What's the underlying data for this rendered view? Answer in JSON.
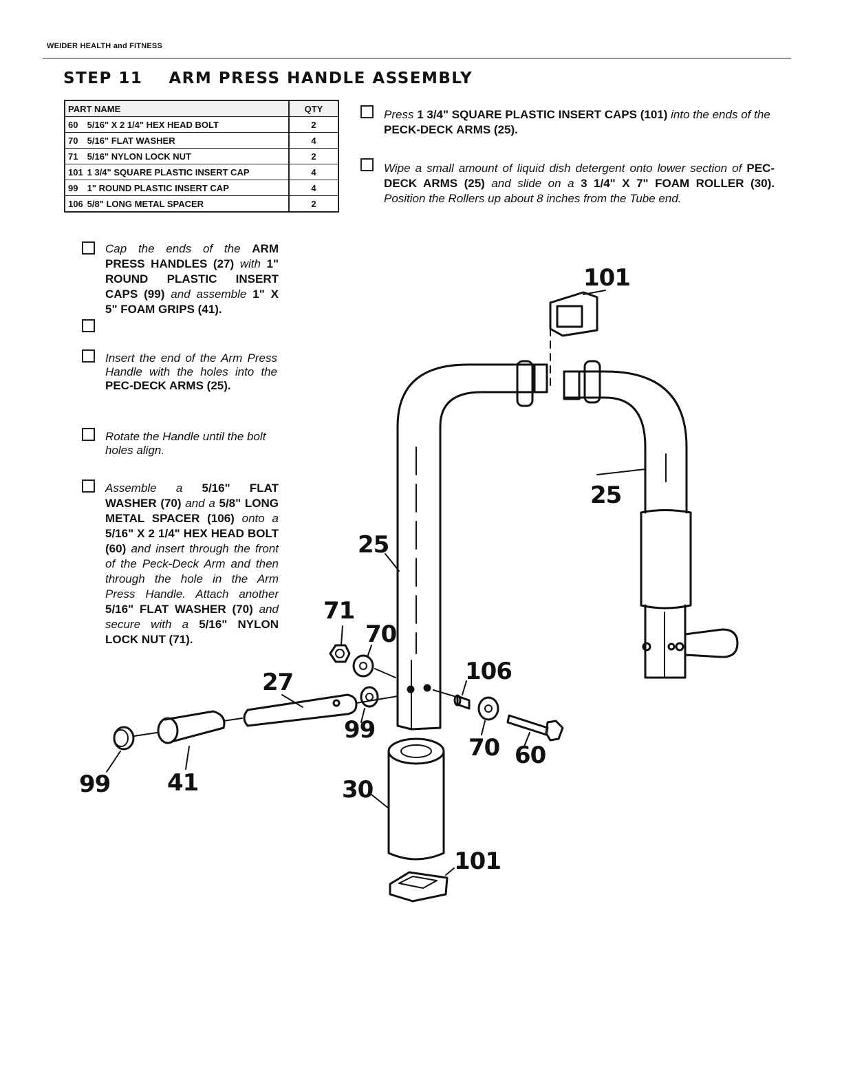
{
  "header": {
    "brand": "WEIDER HEALTH and FITNESS"
  },
  "step": {
    "number_label": "STEP 11",
    "title": "ARM PRESS HANDLE ASSEMBLY"
  },
  "parts_table": {
    "col_name": "PART NAME",
    "col_qty": "QTY",
    "rows": [
      {
        "num": "60",
        "name": "5/16\" X 2 1/4\" HEX HEAD BOLT",
        "qty": "2"
      },
      {
        "num": "70",
        "name": "5/16\" FLAT WASHER",
        "qty": "4"
      },
      {
        "num": "71",
        "name": "5/16\" NYLON LOCK NUT",
        "qty": "2"
      },
      {
        "num": "101",
        "name": "1 3/4\" SQUARE PLASTIC INSERT CAP",
        "qty": "4"
      },
      {
        "num": "99",
        "name": "1\" ROUND PLASTIC INSERT CAP",
        "qty": "4"
      },
      {
        "num": "106",
        "name": "5/8\"  LONG METAL SPACER",
        "qty": "2"
      }
    ]
  },
  "instructions": {
    "right_1": {
      "a": "Press ",
      "b": "1 3/4\" SQUARE PLASTIC INSERT CAPS (101)",
      "c": " into the ends of the ",
      "d": "PECK-DECK ARMS (25)."
    },
    "right_2": {
      "a": "Wipe a small amount of liquid dish detergent onto lower section of ",
      "b": "PEC-DECK ARMS (25)",
      "c": " and slide on a ",
      "d": "3 1/4\" X 7\" FOAM ROLLER (30).",
      "e": " Position the Rollers up about 8 inches from the Tube end."
    },
    "left_1": {
      "a": "Cap the ends of the ",
      "b": "ARM PRESS HANDLES (27)",
      "c": " with ",
      "d": "1\" ROUND PLASTIC INSERT CAPS (99)",
      "e": " and assemble ",
      "f": "1\" X 5\" FOAM GRIPS (41)."
    },
    "left_2": {
      "a": "Insert the end of the Arm Press Handle with the holes into the ",
      "b": "PEC-DECK ARMS (25)."
    },
    "left_3": {
      "a": "Rotate the Handle until the bolt holes align."
    },
    "left_4": {
      "a": "Assemble a ",
      "b": "5/16\" FLAT WASHER (70)",
      "c": " and a ",
      "d": "5/8\" LONG METAL SPACER (106)",
      "e": " onto a ",
      "f": "5/16\" X 2 1/4\" HEX HEAD BOLT (60)",
      "g": " and insert through the front of the Peck-Deck Arm and then through the hole in the Arm Press Handle. Attach another ",
      "h": "5/16\" FLAT WASHER (70)",
      "i": " and secure with a ",
      "j": "5/16\" NYLON LOCK NUT (71)."
    }
  },
  "diagram_labels": {
    "cap_top": "101",
    "arm_right": "25",
    "arm_left": "25",
    "nut": "71",
    "washer_top": "70",
    "spacer": "106",
    "handle": "27",
    "cap_handle": "99",
    "cap_end": "99",
    "grip": "41",
    "washer_bottom": "70",
    "bolt": "60",
    "roller": "30",
    "cap_bottom": "101"
  }
}
